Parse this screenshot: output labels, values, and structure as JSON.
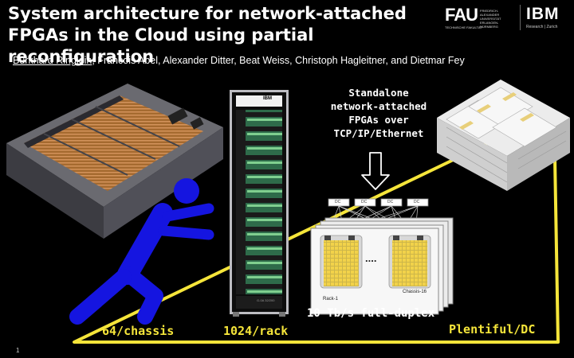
{
  "slide": {
    "title": "System architecture for network-attached FPGAs in the Cloud using partial reconfiguration",
    "authors_first": "Burkhard Ringlein",
    "authors_rest": ", Francois Abel, Alexander Ditter, Beat Weiss, Christoph Hagleitner, and Dietmar Fey",
    "page_number": "1"
  },
  "logos": {
    "fau": "FAU",
    "fau_sub_lines": [
      "FRIEDRICH-ALEXANDER",
      "UNIVERSITÄT",
      "ERLANGEN-NÜRNBERG"
    ],
    "fau_faculty": "TECHNISCHE FAKULTÄT",
    "ibm": "IBM",
    "ibm_sub": "Research | Zurich",
    "rack_logo": "IBM"
  },
  "labels": {
    "standalone": [
      "Standalone",
      "network-attached",
      "FPGAs over",
      "TCP/IP/Ethernet"
    ],
    "throughput": "10 Tb/s full-duplex",
    "per_chassis": "64/chassis",
    "per_rack": "1024/rack",
    "per_dc": "Plentiful/DC",
    "rack_label": "Rack-1",
    "chassis_label": "Chassis-16",
    "ellipsis": "....",
    "switch_label": "DC",
    "rack_footer": "G-0A  32/200"
  },
  "colors": {
    "background": "#000000",
    "accent_yellow": "#f5e53a",
    "figure_blue": "#1515e0",
    "fpga_yellow": "#f2d24a"
  },
  "icons": [
    "pushing-figure-icon",
    "down-arrow-icon",
    "server-chassis-icon",
    "rack-icon",
    "datacenter-icon",
    "network-switch-icon"
  ]
}
